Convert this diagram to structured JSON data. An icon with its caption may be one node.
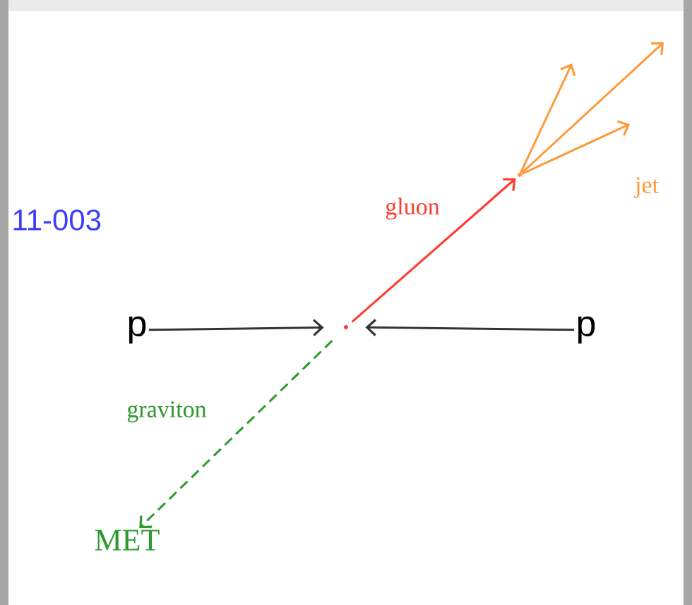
{
  "diagram": {
    "nodes": [
      {
        "text": [
          "p"
        ]
      },
      {
        "text": [
          "p"
        ]
      },
      {
        "text": [],
        "shape": "point"
      },
      {
        "text": [],
        "shape": "point"
      },
      {
        "text": [
          "MET"
        ]
      }
    ],
    "edges": [
      {
        "from": 0,
        "to": 2,
        "arrow": "to",
        "color": "#333333"
      },
      {
        "from": 1,
        "to": 2,
        "arrow": "to",
        "color": "#333333"
      },
      {
        "from": 2,
        "to": 3,
        "arrow": "to",
        "label": "gluon",
        "color": "#ff3b2f"
      },
      {
        "from": 3,
        "to": null,
        "arrow": "to",
        "color": "#ff9a3c"
      },
      {
        "from": 3,
        "to": null,
        "arrow": "to",
        "color": "#ff9a3c"
      },
      {
        "from": 3,
        "to": null,
        "arrow": "to",
        "label": "jet",
        "color": "#ff9a3c"
      },
      {
        "from": 2,
        "to": 4,
        "arrow": "to",
        "label": "graviton",
        "style": "dashed",
        "color": "#2e9a2e"
      }
    ],
    "labels": [
      "11-003"
    ]
  }
}
